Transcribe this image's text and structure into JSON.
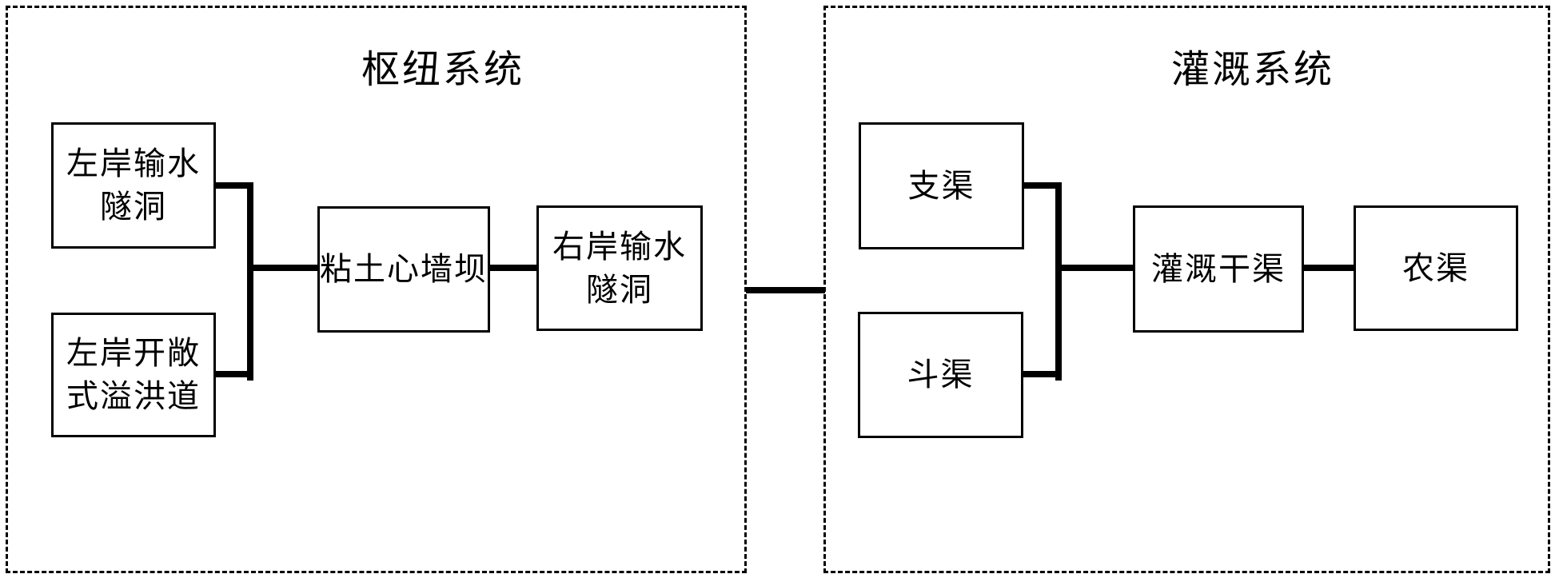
{
  "colors": {
    "ink": "#000000",
    "paper": "#ffffff"
  },
  "hub_system": {
    "title": "枢纽系统",
    "boxes": {
      "left_tunnel": {
        "label": "左岸输水\n隧洞"
      },
      "spillway": {
        "label": "左岸开敞\n式溢洪道"
      },
      "dam": {
        "label": "粘土心墙坝"
      },
      "right_tunnel": {
        "label": "右岸输水\n隧洞"
      }
    }
  },
  "irrigation_system": {
    "title": "灌溉系统",
    "boxes": {
      "branch_canal": {
        "label": "支渠"
      },
      "lateral_canal": {
        "label": "斗渠"
      },
      "main_canal": {
        "label": "灌溉干渠"
      },
      "farm_canal": {
        "label": "农渠"
      }
    }
  }
}
